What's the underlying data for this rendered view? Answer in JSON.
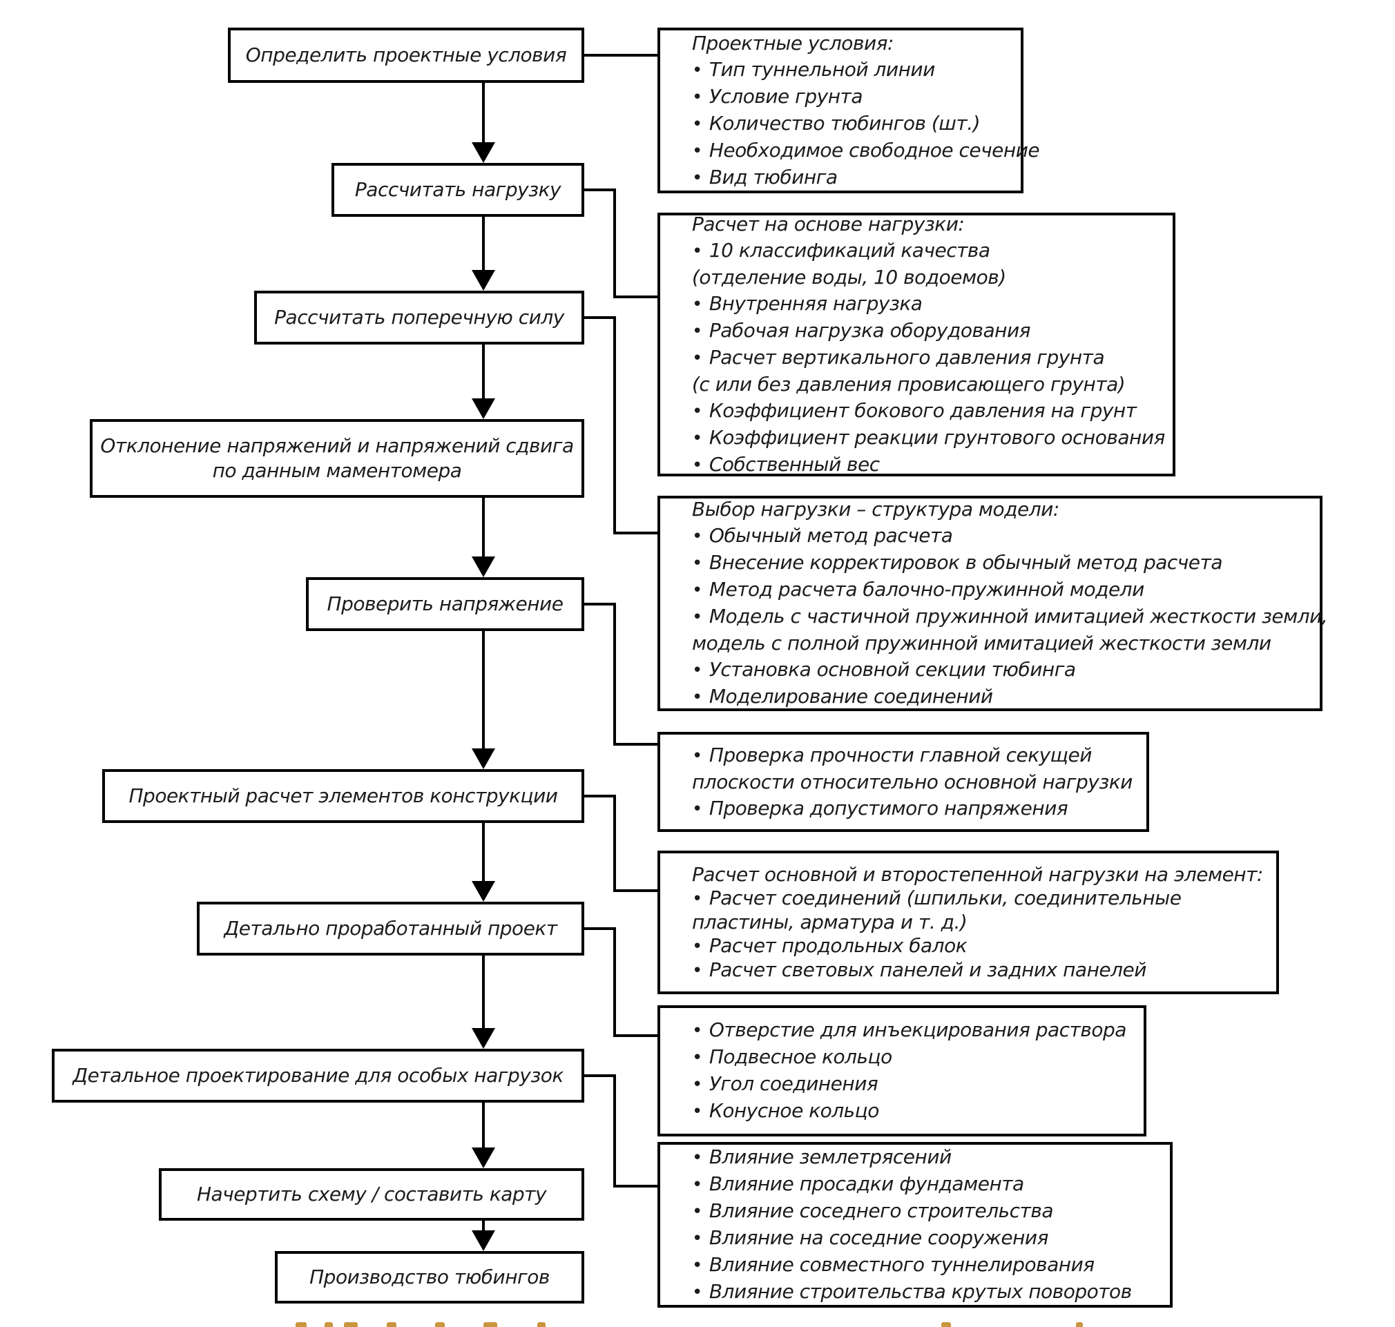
{
  "diagram": {
    "left_boxes": [
      {
        "label": "Определить проектные условия"
      },
      {
        "label": "Рассчитать нагрузку"
      },
      {
        "label": "Рассчитать поперечную силу"
      },
      {
        "label": "Отклонение напряжений и напряжений сдвига по данным маментомера"
      },
      {
        "label": "Проверить напряжение"
      },
      {
        "label": "Проектный расчет элементов конструкции"
      },
      {
        "label": "Детально проработанный проект"
      },
      {
        "label": "Детальное проектирование для особых нагрузок"
      },
      {
        "label": "Начертить схему / составить карту"
      },
      {
        "label": "Производство тюбингов"
      }
    ],
    "right_boxes": [
      {
        "lines": [
          {
            "bullet": false,
            "text": "Проектные условия:"
          },
          {
            "bullet": true,
            "text": "Тип туннельной линии"
          },
          {
            "bullet": true,
            "text": "Условие грунта"
          },
          {
            "bullet": true,
            "text": "Количество тюбингов (шт.)"
          },
          {
            "bullet": true,
            "text": "Необходимое свободное сечение"
          },
          {
            "bullet": true,
            "text": "Вид тюбинга"
          }
        ]
      },
      {
        "lines": [
          {
            "bullet": false,
            "text": "Расчет на основе нагрузки:"
          },
          {
            "bullet": true,
            "text": "10 классификаций качества"
          },
          {
            "bullet": false,
            "text": "(отделение воды, 10 водоемов)"
          },
          {
            "bullet": true,
            "text": "Внутренняя нагрузка"
          },
          {
            "bullet": true,
            "text": "Рабочая нагрузка оборудования"
          },
          {
            "bullet": true,
            "text": "Расчет вертикального давления грунта"
          },
          {
            "bullet": false,
            "text": "(с или без давления провисающего грунта)"
          },
          {
            "bullet": true,
            "text": "Коэффициент бокового давления на грунт"
          },
          {
            "bullet": true,
            "text": "Коэффициент реакции грунтового основания"
          },
          {
            "bullet": true,
            "text": "Собственный вес"
          }
        ]
      },
      {
        "lines": [
          {
            "bullet": false,
            "text": "Выбор нагрузки – структура модели:"
          },
          {
            "bullet": true,
            "text": "Обычный метод расчета"
          },
          {
            "bullet": true,
            "text": "Внесение корректировок в обычный метод расчета"
          },
          {
            "bullet": true,
            "text": "Метод расчета балочно-пружинной модели"
          },
          {
            "bullet": true,
            "text": "Модель с частичной пружинной имитацией жесткости земли,"
          },
          {
            "bullet": false,
            "text": "модель с полной пружинной имитацией жесткости земли"
          },
          {
            "bullet": true,
            "text": "Установка основной секции тюбинга"
          },
          {
            "bullet": true,
            "text": "Моделирование соединений"
          }
        ]
      },
      {
        "lines": [
          {
            "bullet": true,
            "text": "Проверка прочности главной секущей"
          },
          {
            "bullet": false,
            "text": "плоскости относительно основной нагрузки"
          },
          {
            "bullet": true,
            "text": "Проверка допустимого напряжения"
          }
        ]
      },
      {
        "lines": [
          {
            "bullet": false,
            "text": "Расчет основной и второстепенной нагрузки на элемент:"
          },
          {
            "bullet": true,
            "text": "Расчет соединений (шпильки, соединительные"
          },
          {
            "bullet": false,
            "text": "пластины, арматура и т. д.)"
          },
          {
            "bullet": true,
            "text": "Расчет продольных балок"
          },
          {
            "bullet": true,
            "text": "Расчет световых панелей и задних панелей"
          }
        ]
      },
      {
        "lines": [
          {
            "bullet": true,
            "text": "Отверстие для инъекцирования раствора"
          },
          {
            "bullet": true,
            "text": "Подвесное кольцо"
          },
          {
            "bullet": true,
            "text": "Угол соединения"
          },
          {
            "bullet": true,
            "text": "Конусное кольцо"
          }
        ]
      },
      {
        "lines": [
          {
            "bullet": true,
            "text": "Влияние землетрясений"
          },
          {
            "bullet": true,
            "text": "Влияние просадки фундамента"
          },
          {
            "bullet": true,
            "text": "Влияние соседнего строительства"
          },
          {
            "bullet": true,
            "text": "Влияние на соседние сооружения"
          },
          {
            "bullet": true,
            "text": "Влияние совместного туннелирования"
          },
          {
            "bullet": true,
            "text": "Влияние строительства крутых поворотов"
          }
        ]
      }
    ],
    "colors": {
      "line": "#000000",
      "box_background": "#ffffff",
      "text": "#1c1c1c",
      "caption_fragment": "#c9963e"
    }
  }
}
